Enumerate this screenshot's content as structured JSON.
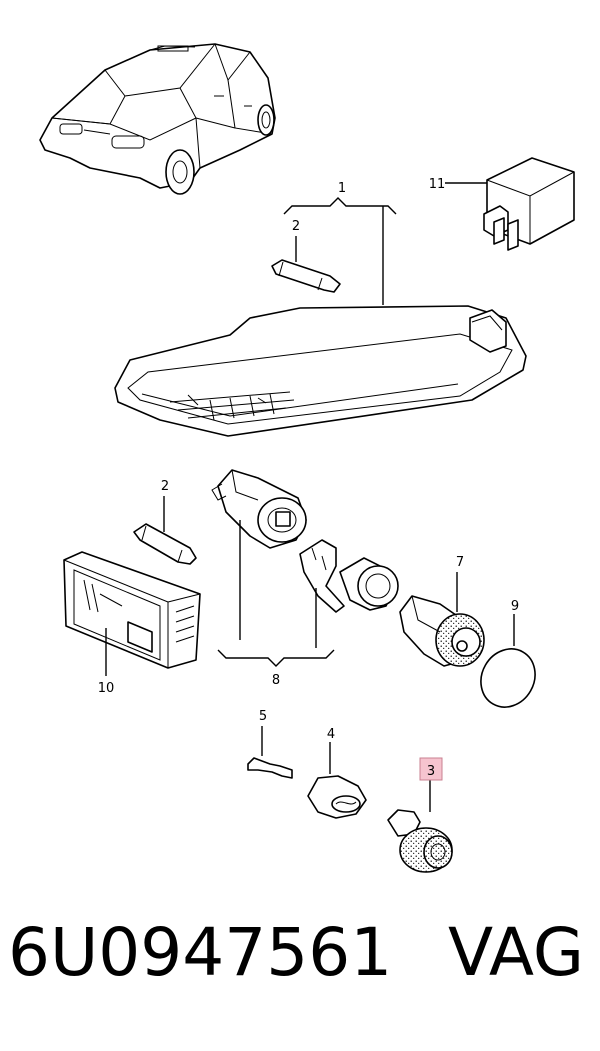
{
  "callouts": {
    "c1": "1",
    "c2a": "2",
    "c2b": "2",
    "c3": "3",
    "c4": "4",
    "c5": "5",
    "c7": "7",
    "c8": "8",
    "c9": "9",
    "c10": "10",
    "c11": "11"
  },
  "highlight_color": "#f6c4cf",
  "footer": {
    "part_number": "6U0947561",
    "brand": "VAG"
  }
}
